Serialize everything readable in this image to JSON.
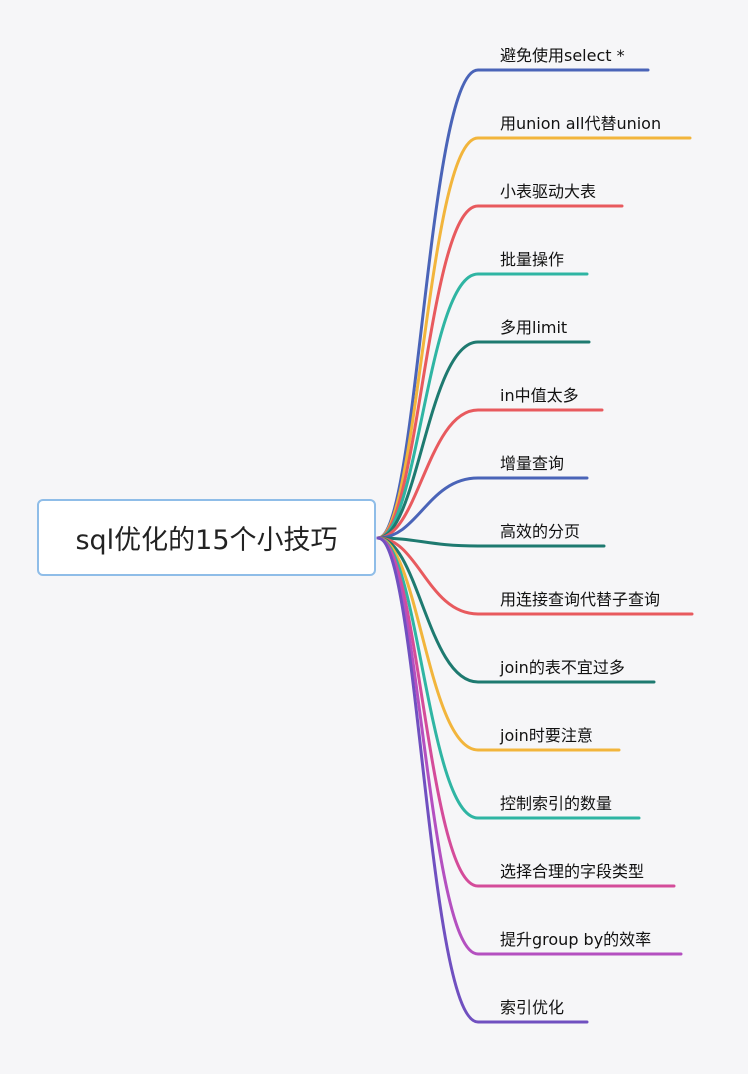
{
  "root": {
    "label": "sql优化的15个小技巧"
  },
  "branches": [
    {
      "label": "避免使用select *",
      "color": "#4a64b8"
    },
    {
      "label": "用union all代替union",
      "color": "#f2b53c"
    },
    {
      "label": "小表驱动大表",
      "color": "#e85a5e"
    },
    {
      "label": "批量操作",
      "color": "#2fb5a3"
    },
    {
      "label": "多用limit",
      "color": "#1e7a70"
    },
    {
      "label": "in中值太多",
      "color": "#e85a5e"
    },
    {
      "label": "增量查询",
      "color": "#4a64b8"
    },
    {
      "label": "高效的分页",
      "color": "#1e7a70"
    },
    {
      "label": "用连接查询代替子查询",
      "color": "#e85a5e"
    },
    {
      "label": "join的表不宜过多",
      "color": "#1e7a70"
    },
    {
      "label": "join时要注意",
      "color": "#f2b53c"
    },
    {
      "label": "控制索引的数量",
      "color": "#2fb5a3"
    },
    {
      "label": "选择合理的字段类型",
      "color": "#d44c9a"
    },
    {
      "label": "提升group by的效率",
      "color": "#b450c0"
    },
    {
      "label": "索引优化",
      "color": "#7050c0"
    }
  ]
}
